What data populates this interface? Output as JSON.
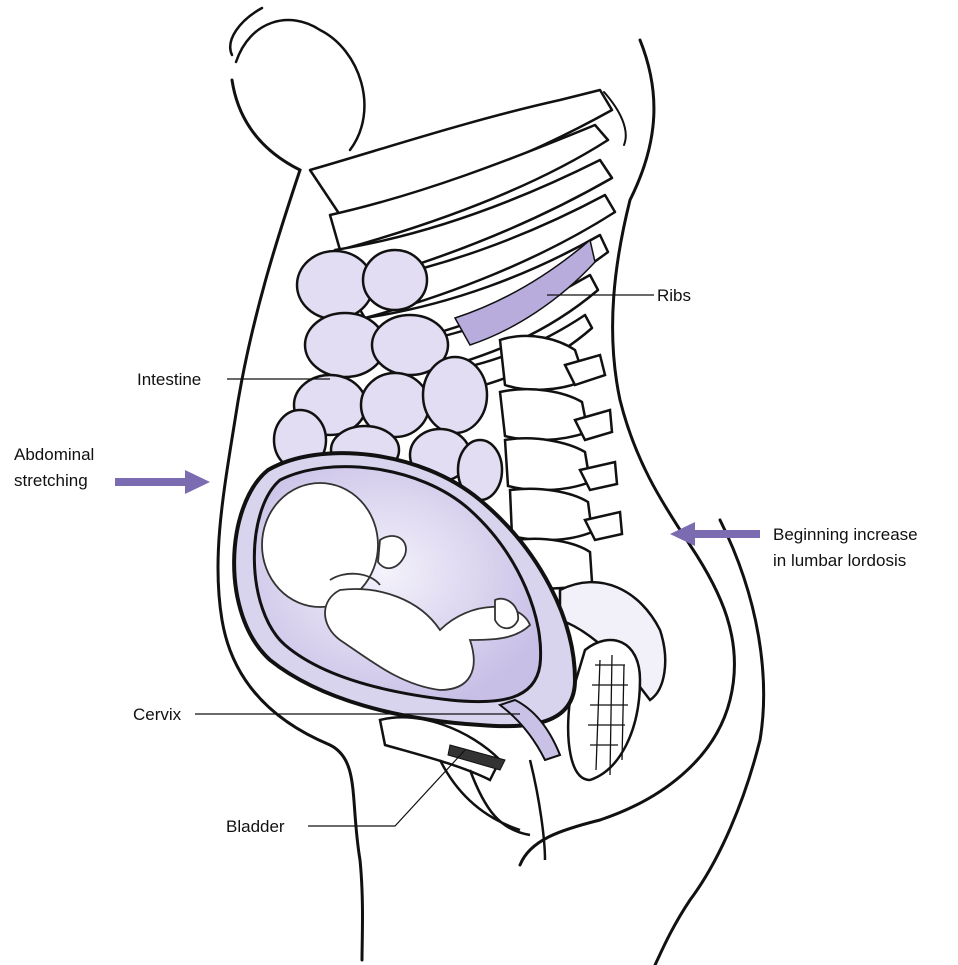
{
  "labels": {
    "ribs": "Ribs",
    "intestine": "Intestine",
    "abdominal_line1": "Abdominal",
    "abdominal_line2": "stretching",
    "lordosis_line1": "Beginning increase",
    "lordosis_line2": "in lumbar lordosis",
    "cervix": "Cervix",
    "bladder": "Bladder"
  },
  "colors": {
    "arrow": "#7b6bb0",
    "uterus_fill": "#d9d4ee",
    "uterus_inner": "#c9c1e6",
    "organ_fill": "#e4e0f3",
    "line": "#111111"
  }
}
